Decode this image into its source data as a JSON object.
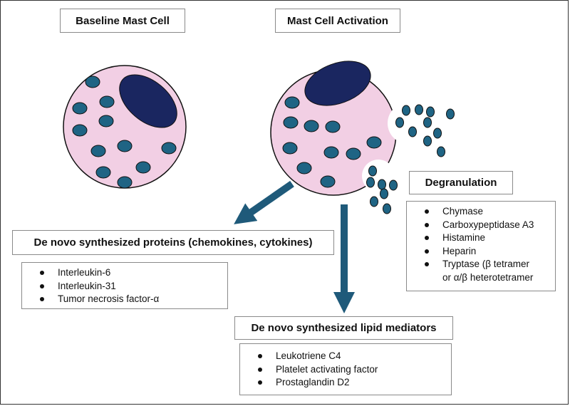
{
  "labels": {
    "baseline": "Baseline Mast Cell",
    "activation": "Mast Cell Activation",
    "degranulation": "Degranulation",
    "proteins": "De novo synthesized proteins (chemokines, cytokines)",
    "lipids": "De novo synthesized lipid mediators"
  },
  "degranulation_items": [
    "Chymase",
    "Carboxypeptidase A3",
    "Histamine",
    "Heparin",
    "Tryptase (β tetramer",
    "or α/β heterotetramer"
  ],
  "protein_items": [
    "Interleukin-6",
    "Interleukin-31",
    "Tumor necrosis factor-α"
  ],
  "lipid_items": [
    "Leukotriene C4",
    "Platelet activating factor",
    "Prostaglandin D2"
  ],
  "colors": {
    "cytoplasm": "#f2cfe4",
    "nucleus": "#1a2660",
    "granule": "#1f6484",
    "arrow": "#1f5a7a"
  }
}
